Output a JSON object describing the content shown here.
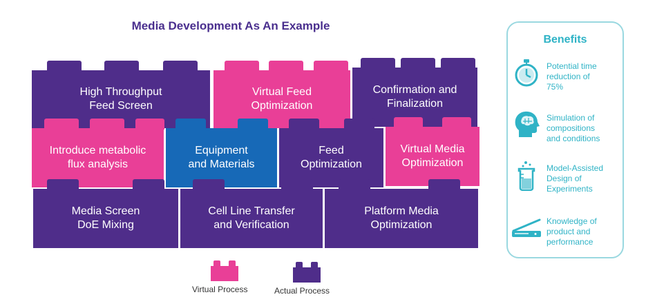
{
  "title": "Media Development As An Example",
  "colors": {
    "actual": "#4f2d8a",
    "virtual": "#e93f97",
    "equipment": "#1769b7",
    "benefit_accent": "#2fb3c6"
  },
  "blocks": {
    "b1": "High Throughput\nFeed Screen",
    "b2": "Virtual Feed\nOptimization",
    "b3": "Confirmation and\nFinalization",
    "b4": "Introduce metabolic\nflux analysis",
    "b5": "Equipment\nand Materials",
    "b6": "Feed\nOptimization",
    "b7": "Virtual Media\nOptimization",
    "b8": "Media Screen\nDoE Mixing",
    "b9": "Cell Line Transfer\nand Verification",
    "b10": "Platform Media\nOptimization"
  },
  "legend": {
    "virtual": "Virtual Process",
    "actual": "Actual Process"
  },
  "benefits": {
    "title": "Benefits",
    "items": [
      {
        "icon": "stopwatch-icon",
        "text": "Potential time\nreduction of\n75%"
      },
      {
        "icon": "brain-head-icon",
        "text": "Simulation of\ncompositions\nand conditions"
      },
      {
        "icon": "beaker-icon",
        "text": "Model-Assisted\nDesign of\nExperiments"
      },
      {
        "icon": "scanner-icon",
        "text": "Knowledge of\nproduct and\nperformance"
      }
    ]
  }
}
